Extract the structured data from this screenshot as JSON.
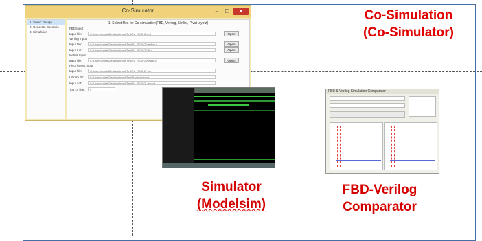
{
  "labels": {
    "cosim_line1": "Co-Simulation",
    "cosim_line2": "(Co-Simulator)",
    "sim_line1": "Simulator",
    "sim_line2": "(Modelsim)",
    "cmp_line1": "FBD-Verilog",
    "cmp_line2": "Comparator"
  },
  "cosim_window": {
    "title": "Co-Simulator",
    "controls": {
      "minimize": "–",
      "maximize": "☐",
      "close": "✕"
    },
    "sidebar": [
      {
        "label": "1. Select Design"
      },
      {
        "label": "2. Generate Scenario"
      },
      {
        "label": "3. Simulation"
      }
    ],
    "header": "1. Select files for Co-simulation(FBD, Verilog, Netlist, Pivot layout)",
    "groups": {
      "fbd": "FBD Input",
      "verilog": "Verilog Input",
      "netlist": "Netlist Input",
      "pivot": "Pivot layout Input"
    },
    "rows": {
      "fbd_file": {
        "label": "Input file:",
        "value": "C:\\Users\\kmsb\\Desktop\\Input\\TestPV_RSKH2.xml",
        "button": "Open"
      },
      "verilog_file": {
        "label": "Input file:",
        "value": "C:\\Users\\kmsb\\Desktop\\Input\\TestPV_RSKH2\\Verilog.v",
        "button": "Open"
      },
      "verilog_lib": {
        "label": "Input Lib:",
        "value": "C:\\Users\\kmsb\\Desktop\\Input\\TestPV_RSKH2\\Lib.v",
        "button": "Open"
      },
      "netlist_file": {
        "label": "Input file:",
        "value": "C:\\Users\\kmsb\\Desktop\\Input\\TestPV_RSKH2\\Netlist.v",
        "button": "Open"
      },
      "pivot_file": {
        "label": "Input file:",
        "value": "C:\\Users\\kmsb\\Desktop\\Input\\TestPV_RSKH2_lay.v"
      },
      "pivot_lib": {
        "label": "Library dir:",
        "value": "C:\\Users\\kmsb\\Desktop\\Input\\TestPV\\pivotlayout"
      },
      "pivot_sdf": {
        "label": "Input sdf:",
        "value": "C:\\Users\\kmsb\\Desktop\\Input\\TestPV_RSKH2_lay.sdf"
      },
      "pivot_top": {
        "label": "Top Lv line:",
        "value": "0"
      }
    }
  },
  "comparator_window": {
    "title": "FBD & Verilog Simulation Comparator"
  },
  "colors": {
    "accent_red": "#e00000",
    "frame_blue": "#4a6fa5",
    "wave_green": "#3cc840"
  }
}
